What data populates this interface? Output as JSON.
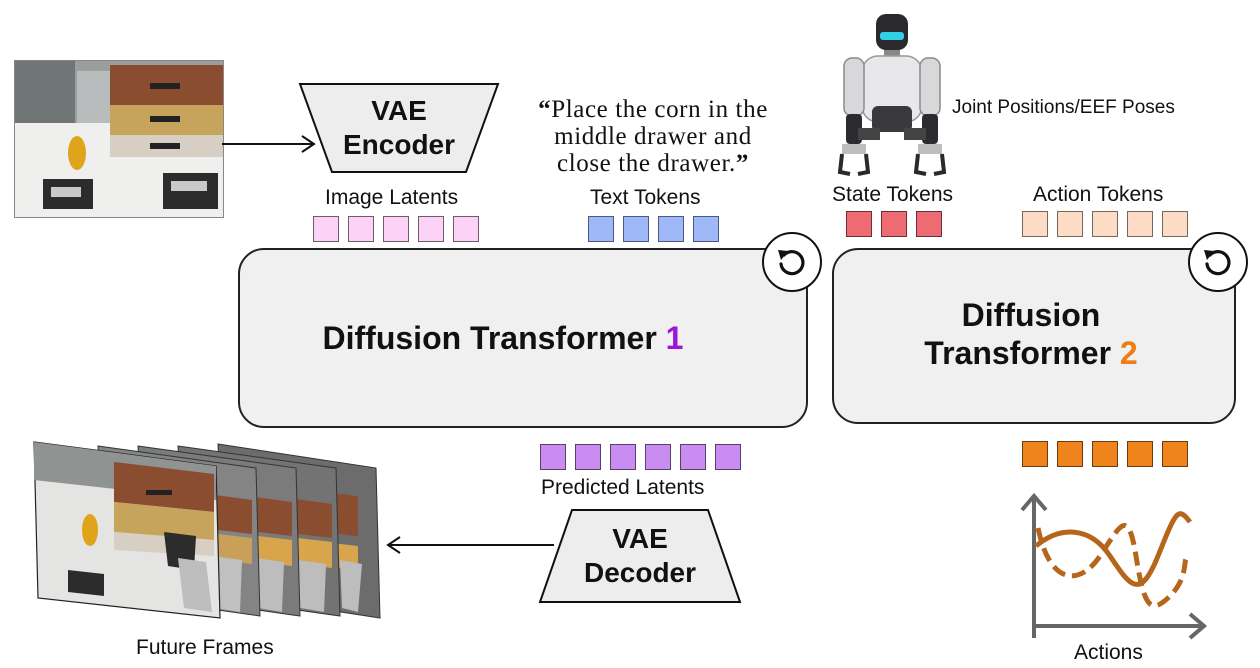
{
  "vae_encoder": {
    "line1": "VAE",
    "line2": "Encoder"
  },
  "vae_decoder": {
    "line1": "VAE",
    "line2": "Decoder"
  },
  "instruction": {
    "open_quote": "“",
    "line1": "Place the corn in the",
    "line2": "middle drawer and",
    "line3": "close the drawer.",
    "close_quote": "”"
  },
  "labels": {
    "image_latents": "Image Latents",
    "text_tokens": "Text Tokens",
    "state_tokens": "State Tokens",
    "action_tokens": "Action Tokens",
    "predicted_latents": "Predicted Latents",
    "future_frames": "Future Frames",
    "actions": "Actions",
    "robot_state": "Joint Positions/EEF Poses"
  },
  "dit1": {
    "title": "Diffusion Transformer ",
    "number": "1"
  },
  "dit2": {
    "line1": "Diffusion",
    "line2": "Transformer ",
    "number": "2"
  },
  "token_counts": {
    "image_latents": 5,
    "text_tokens": 4,
    "state_tokens": 3,
    "action_tokens": 5,
    "predicted_latents": 6,
    "output_actions": 5
  },
  "colors": {
    "dit1_number": "#9b16d6",
    "dit2_number": "#ef7d16",
    "image_latent": "#fcd3f6",
    "text_token": "#9fb8f7",
    "state_token": "#ef6b74",
    "action_token": "#fcdcc4",
    "predicted_latent": "#c98cf0",
    "output_action": "#f0841c",
    "action_curve": "#b5661b"
  },
  "icons": {
    "loop": "refresh-loop-icon",
    "robot": "humanoid-robot-icon"
  }
}
